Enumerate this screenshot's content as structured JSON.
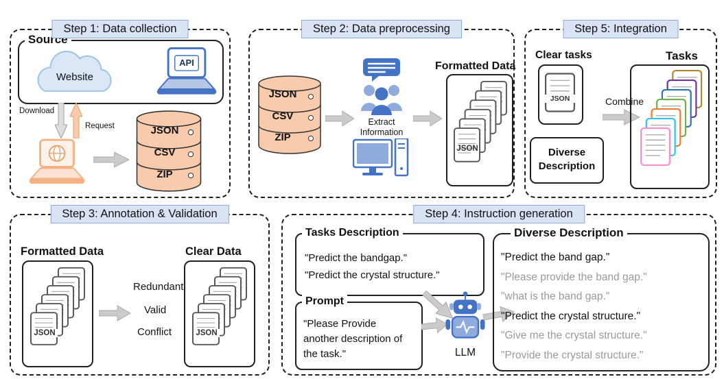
{
  "colors": {
    "header-bg": "#dae3f3",
    "header-border": "#8eaadb",
    "db-fill": "#f8cbad",
    "blue": "#4472c4",
    "blue-light": "#8faadc",
    "orange": "#ed7d31",
    "arrow-gray": "#cbcbcb",
    "muted-text": "#9a9a9a"
  },
  "step1": {
    "title": "Step 1: Data collection",
    "source": {
      "label": "Source",
      "website": "Website",
      "api": "API"
    },
    "download_label": "Download",
    "request_label": "Request",
    "database": {
      "rows": [
        "JSON",
        "CSV",
        "ZIP"
      ]
    }
  },
  "step2": {
    "title": "Step 2: Data preprocessing",
    "database": {
      "rows": [
        "JSON",
        "CSV",
        "ZIP"
      ]
    },
    "extract_label": "Extract Information",
    "formatted_data_label": "Formatted Data",
    "doc_label": "JSON"
  },
  "step3": {
    "title": "Step 3: Annotation & Validation",
    "formatted_data_label": "Formatted Data",
    "clear_data_label": "Clear Data",
    "filters": [
      "Redundant",
      "Valid",
      "Conflict"
    ],
    "left_doc_label": "JSON",
    "right_doc_label": "JSON"
  },
  "step4": {
    "title": "Step 4: Instruction generation",
    "tasks_box": {
      "title": "Tasks Description",
      "lines": [
        "\"Predict the bandgap.\"",
        "\"Predict the crystal structure.\""
      ]
    },
    "prompt_box": {
      "title": "Prompt",
      "text": "\"Please Provide another description of the task.\""
    },
    "llm_label": "LLM",
    "diverse_box": {
      "title": "Diverse Description",
      "lines": [
        "\"Predict the band gap.\"",
        "\"Please provide the band gap.\"",
        "\"what is the band gap.\"",
        "\"Predict the crystal structure.\"",
        "\"Give me the crystal structure.\"",
        "\"Provide the crystal structure.\""
      ],
      "muted_indices": [
        1,
        2,
        4,
        5
      ]
    }
  },
  "step5": {
    "title": "Step 5: Integration",
    "clear_tasks_label": "Clear tasks",
    "doc_label": "JSON",
    "diverse_description_label": "Diverse Description",
    "combine_label": "Combine",
    "tasks_label": "Tasks"
  }
}
